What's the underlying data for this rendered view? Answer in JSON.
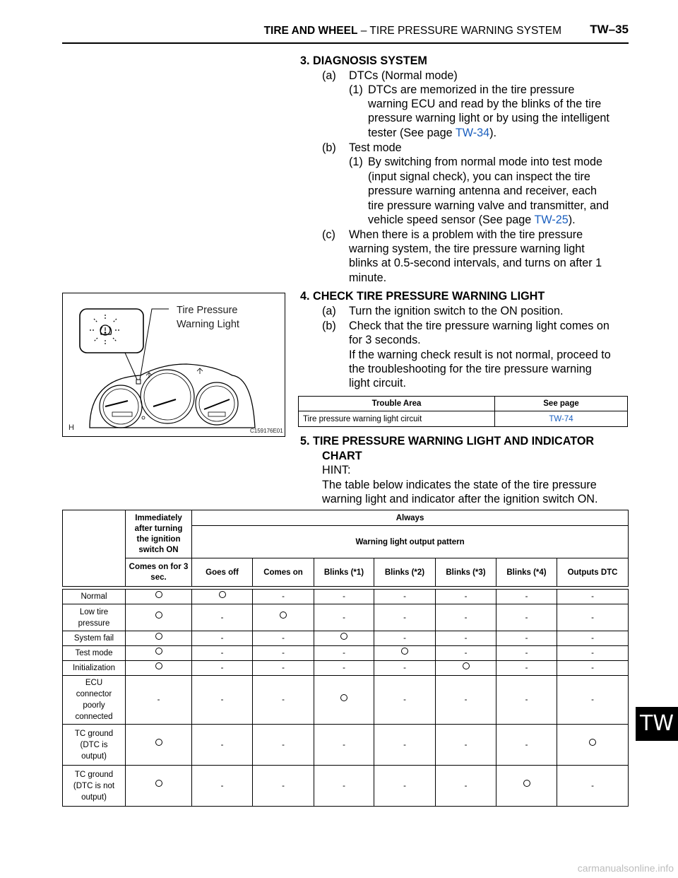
{
  "header": {
    "section_bold": "TIRE AND WHEEL",
    "section_rest": "– TIRE PRESSURE WARNING SYSTEM",
    "page": "TW–35"
  },
  "s3": {
    "heading": "3. DIAGNOSIS SYSTEM",
    "a_label": "(a)",
    "a_text": "DTCs (Normal mode)",
    "a1_num": "(1)",
    "a1_l1": "DTCs are memorized in the tire pressure",
    "a1_l2": "warning ECU and read by the blinks of the tire",
    "a1_l3": "pressure warning light or by using the intelligent",
    "a1_l4_pre": "tester (See page ",
    "a1_link": "TW-34",
    "a1_l4_post": ").",
    "b_label": "(b)",
    "b_text": "Test mode",
    "b1_num": "(1)",
    "b1_l1": "By switching from normal mode into test mode",
    "b1_l2": "(input signal check), you can inspect the tire",
    "b1_l3": "pressure warning antenna and receiver, each",
    "b1_l4": "tire pressure warning valve and transmitter, and",
    "b1_l5_pre": "vehicle speed sensor (See page ",
    "b1_link": "TW-25",
    "b1_l5_post": ").",
    "c_label": "(c)",
    "c_l1": "When there is a problem with the tire pressure",
    "c_l2": "warning system, the tire pressure warning light",
    "c_l3": "blinks at 0.5-second intervals, and turns on after 1",
    "c_l4": "minute."
  },
  "s4": {
    "heading": "4. CHECK TIRE PRESSURE WARNING LIGHT",
    "a_label": "(a)",
    "a_text": "Turn the ignition switch to the ON position.",
    "b_label": "(b)",
    "b_l1": "Check that the tire pressure warning light comes on",
    "b_l2": "for 3 seconds.",
    "b_l3": "If the warning check result is not normal, proceed to",
    "b_l4": "the troubleshooting for the tire pressure warning",
    "b_l5": "light circuit."
  },
  "figure": {
    "label_l1": "Tire Pressure",
    "label_l2": "Warning Light",
    "code": "C159176E01",
    "corner": "H"
  },
  "trouble_table": {
    "col1": "Trouble Area",
    "col2": "See page",
    "row_area": "Tire pressure warning light circuit",
    "row_page": "TW-74"
  },
  "s5": {
    "heading_l1": "5. TIRE PRESSURE WARNING LIGHT AND INDICATOR",
    "heading_l2": "CHART",
    "hint": "HINT:",
    "l1": "The table below indicates the state of the tire pressure",
    "l2": "warning light and indicator after the ignition switch ON."
  },
  "chart": {
    "h_immediately": "Immediately after turning the ignition switch ON",
    "h_always": "Always",
    "h_pattern": "Warning light output pattern",
    "h_comes_on_3": "Comes on for 3 sec.",
    "h_goes_off": "Goes off",
    "h_comes_on": "Comes on",
    "h_b1": "Blinks (*1)",
    "h_b2": "Blinks (*2)",
    "h_b3": "Blinks (*3)",
    "h_b4": "Blinks (*4)",
    "h_dtc": "Outputs DTC",
    "rows": [
      {
        "label": "Normal",
        "cells": [
          "o",
          "o",
          "-",
          "-",
          "-",
          "-",
          "-",
          "-"
        ]
      },
      {
        "label": "Low tire pressure",
        "cells": [
          "o",
          "-",
          "o",
          "-",
          "-",
          "-",
          "-",
          "-"
        ]
      },
      {
        "label": "System fail",
        "cells": [
          "o",
          "-",
          "-",
          "o",
          "-",
          "-",
          "-",
          "-"
        ]
      },
      {
        "label": "Test mode",
        "cells": [
          "o",
          "-",
          "-",
          "-",
          "o",
          "-",
          "-",
          "-"
        ]
      },
      {
        "label": "Initialization",
        "cells": [
          "o",
          "-",
          "-",
          "-",
          "-",
          "o",
          "-",
          "-"
        ]
      },
      {
        "label": "ECU connector poorly connected",
        "cells": [
          "-",
          "-",
          "-",
          "o",
          "-",
          "-",
          "-",
          "-"
        ]
      },
      {
        "label": "TC ground (DTC is output)",
        "cells": [
          "o",
          "-",
          "-",
          "-",
          "-",
          "-",
          "-",
          "o"
        ]
      },
      {
        "label": "TC ground (DTC is not output)",
        "cells": [
          "o",
          "-",
          "-",
          "-",
          "-",
          "-",
          "o",
          "-"
        ]
      }
    ]
  },
  "side_tab": "TW",
  "watermark": "carmanualsonline.info"
}
